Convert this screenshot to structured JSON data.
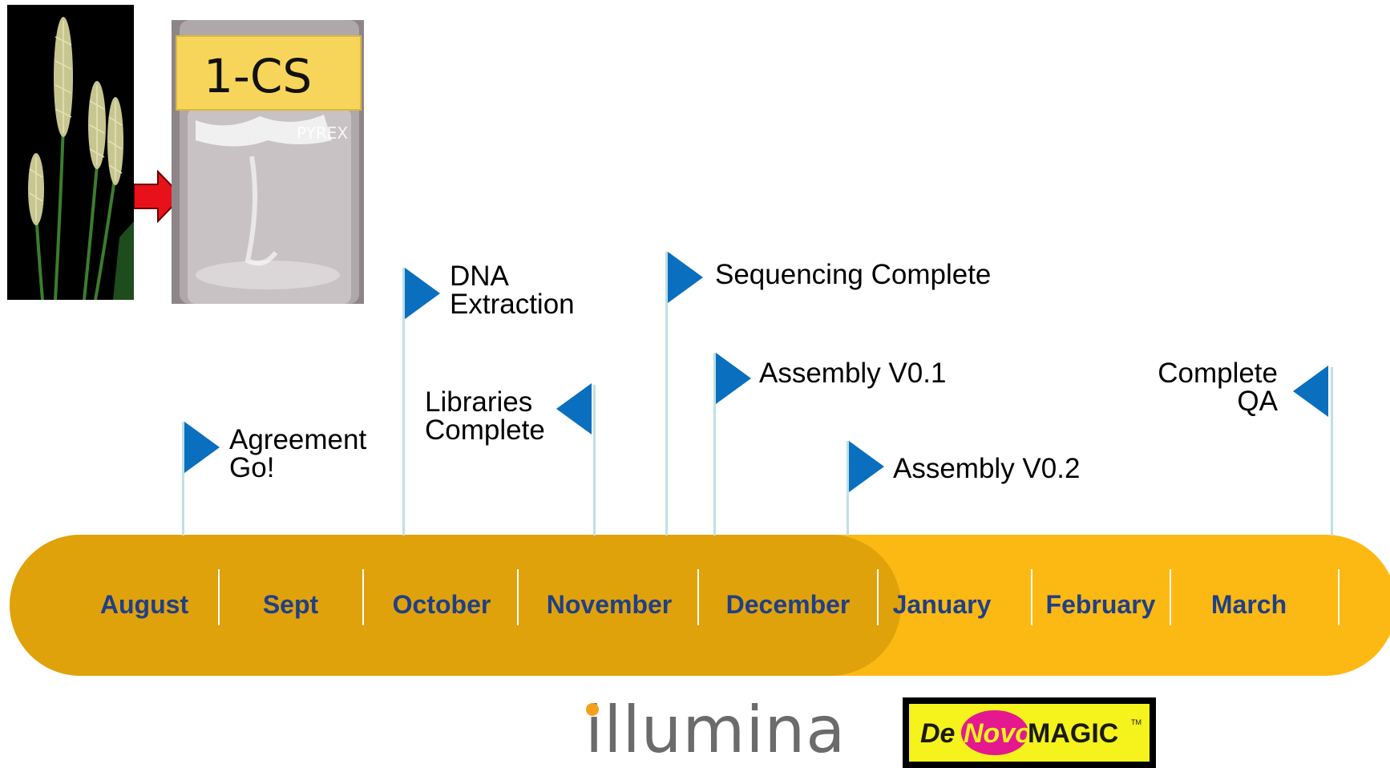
{
  "images": {
    "beaker_label": "1-CS",
    "beaker_brand": "PYREX",
    "wheat": "wheat-plant-image"
  },
  "milestones": [
    {
      "label": "Agreement\nGo!"
    },
    {
      "label": "DNA\nExtraction"
    },
    {
      "label": "Libraries\nComplete"
    },
    {
      "label": "Sequencing Complete"
    },
    {
      "label": "Assembly V0.1"
    },
    {
      "label": "Assembly V0.2"
    },
    {
      "label": "Complete\nQA"
    }
  ],
  "timeline": {
    "months": [
      "August",
      "Sept",
      "October",
      "November",
      "December",
      "January",
      "February",
      "March"
    ],
    "colors": {
      "completed": "#e0a20b",
      "remaining": "#fdb913",
      "month_text": "#1f3f87",
      "flag": "#0a6fbf"
    }
  },
  "logos": {
    "illumina": "illumina",
    "denovo_de": "De",
    "denovo_novo": "Novo",
    "denovo_magic": "MAGIC",
    "denovo_tm": "TM"
  }
}
